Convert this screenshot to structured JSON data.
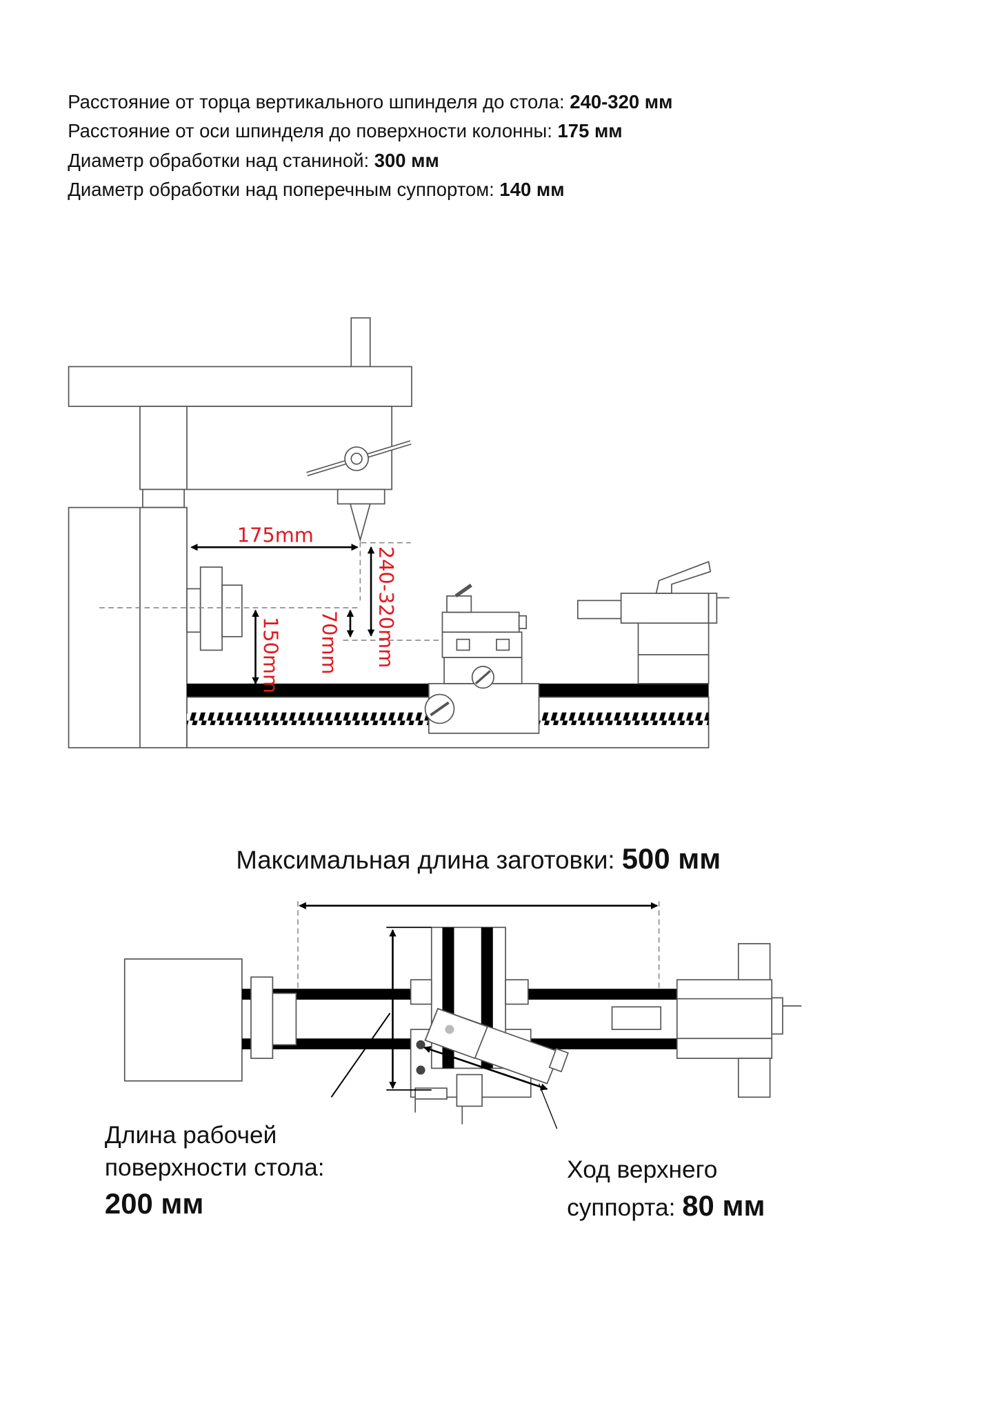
{
  "specs": [
    {
      "label": "Расстояние от торца вертикального шпинделя до стола: ",
      "value": "240-320 мм"
    },
    {
      "label": "Расстояние от оси шпинделя до поверхности колонны: ",
      "value": "175 мм"
    },
    {
      "label": "Диаметр обработки над станиной: ",
      "value": "300 мм"
    },
    {
      "label": "Диаметр обработки над поперечным суппортом: ",
      "value": "140 мм"
    }
  ],
  "side_view": {
    "dim_spindle_column": "175mm",
    "dim_spindle_table": "240-320mm",
    "dim_center_crossslide": "70mm",
    "dim_center_bed": "150mm",
    "dim_color": "#e0191f"
  },
  "top_view": {
    "max_length_label": "Максимальная длина заготовки: ",
    "max_length_value": "500 мм",
    "table_length_line1": "Длина рабочей",
    "table_length_line2": "поверхности стола:",
    "table_length_value": "200 мм",
    "top_slide_line1": "Ход верхнего",
    "top_slide_label": "суппорта: ",
    "top_slide_value": "80 мм"
  }
}
